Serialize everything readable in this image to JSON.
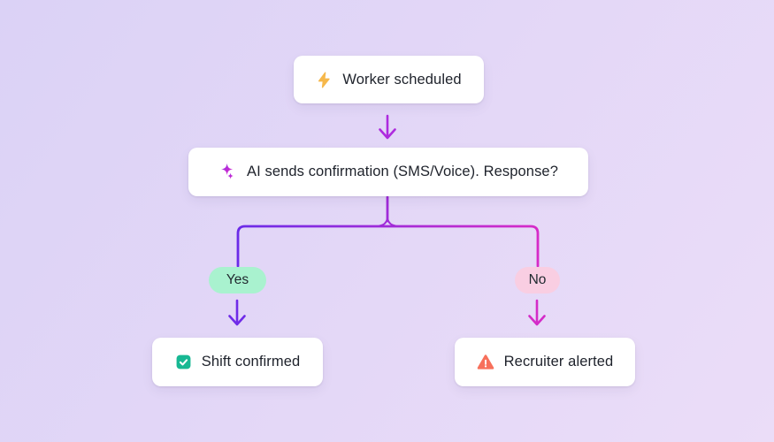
{
  "flowchart": {
    "background_gradient": [
      "#dbd2f6",
      "#ebddf8"
    ],
    "nodes": [
      {
        "id": "worker-scheduled",
        "label": "Worker scheduled",
        "icon": "lightning-icon",
        "icon_color": "#f6b84b"
      },
      {
        "id": "ai-confirmation",
        "label": "AI sends confirmation (SMS/Voice). Response?",
        "icon": "sparkles-icon",
        "icon_color": "#c02bd4"
      },
      {
        "id": "shift-confirmed",
        "label": "Shift confirmed",
        "icon": "check-icon",
        "icon_color": "#17b893"
      },
      {
        "id": "recruiter-alerted",
        "label": "Recruiter alerted",
        "icon": "warning-icon",
        "icon_color": "#f7705b"
      }
    ],
    "branch_labels": [
      {
        "id": "yes",
        "label": "Yes",
        "bg_color": "#a9f2cf"
      },
      {
        "id": "no",
        "label": "No",
        "bg_color": "#f9cee2"
      }
    ],
    "connector_colors": {
      "left_branch": "#6b2be8",
      "right_branch": "#d62bc8",
      "top_arrow": "#ae2bde"
    }
  }
}
